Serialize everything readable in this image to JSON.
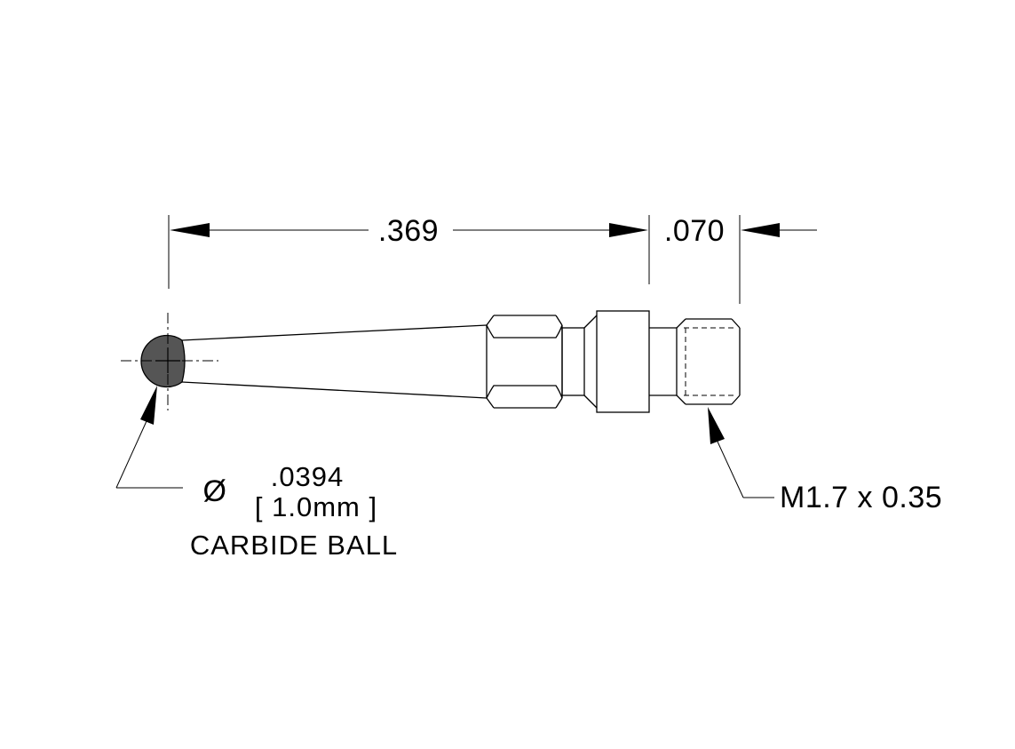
{
  "dimensions": {
    "length": ".369",
    "thread_length": ".070"
  },
  "ball_callout": {
    "diameter_symbol": "Ø",
    "inch": ".0394",
    "mm": "[ 1.0mm ]",
    "material": "CARBIDE BALL"
  },
  "thread_callout": {
    "spec": "M1.7 x 0.35"
  },
  "colors": {
    "ink": "#000000",
    "ball_fill": "#555555",
    "background": "#ffffff"
  }
}
